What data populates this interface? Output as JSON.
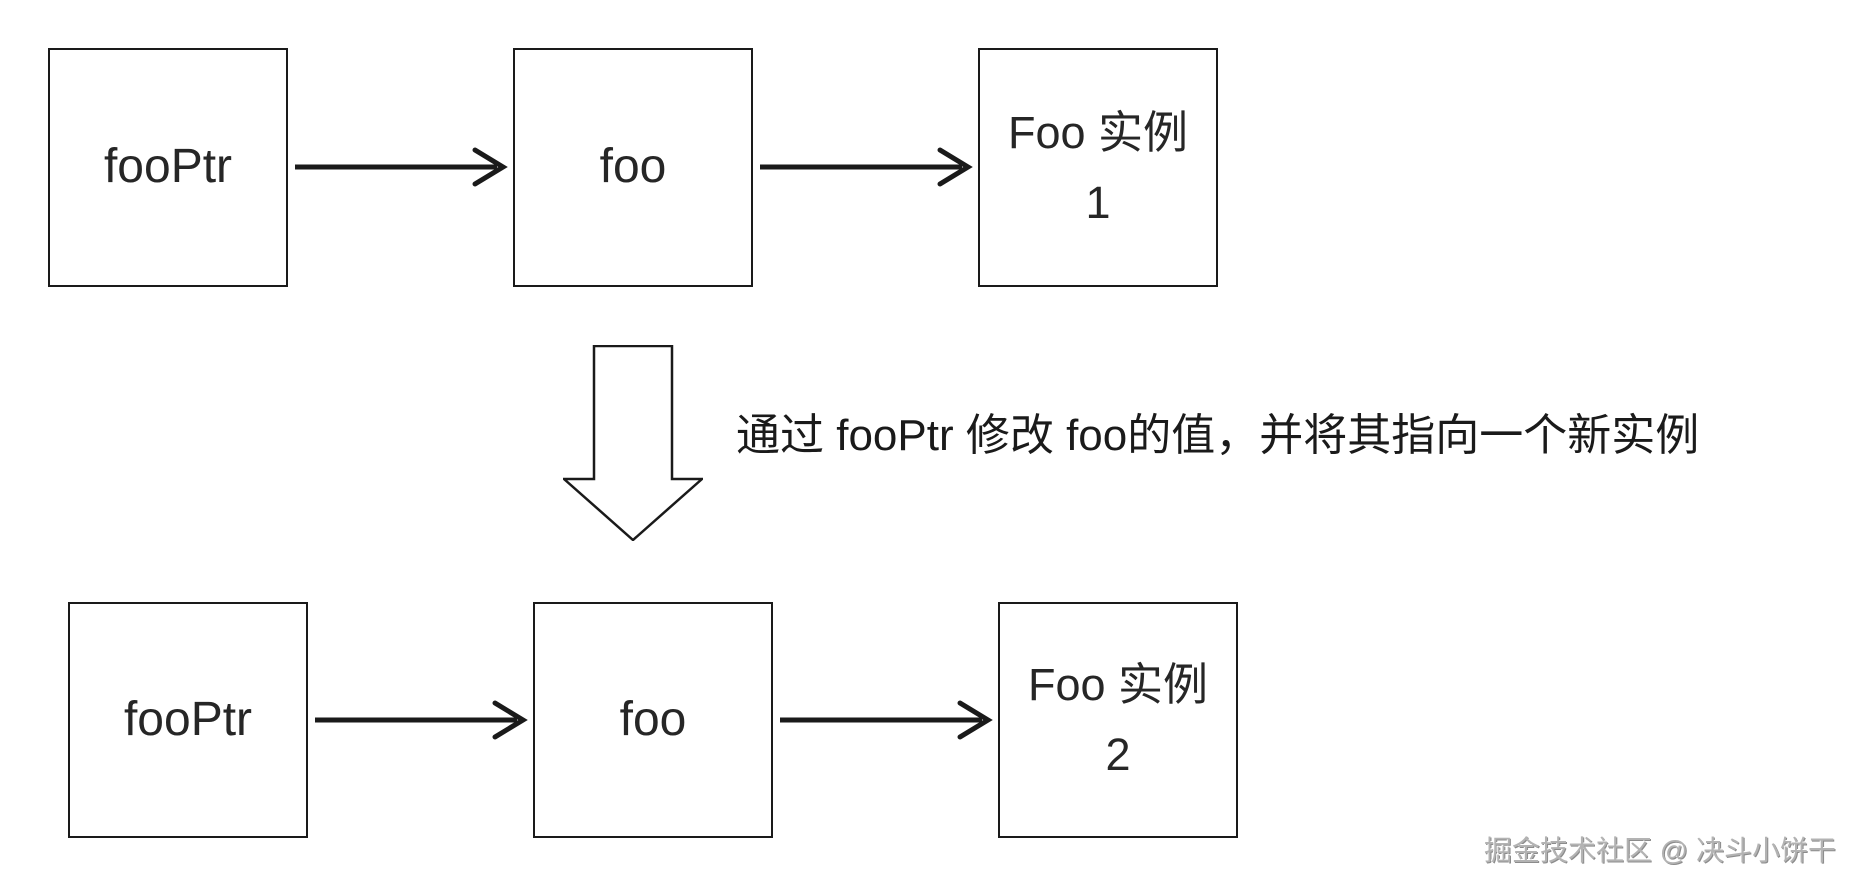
{
  "diagram": {
    "rows": [
      {
        "name": "before",
        "boxes": [
          {
            "label": "fooPtr"
          },
          {
            "label": "foo"
          },
          {
            "label": "Foo 实例",
            "sub": "1"
          }
        ]
      },
      {
        "name": "after",
        "boxes": [
          {
            "label": "fooPtr"
          },
          {
            "label": "foo"
          },
          {
            "label": "Foo 实例",
            "sub": "2"
          }
        ]
      }
    ],
    "annotation": "通过 fooPtr 修改 foo的值，并将其指向一个新实例",
    "watermark": "掘金技术社区 @ 决斗小饼干",
    "colors": {
      "background": "#ffffff",
      "stroke": "#1a1a1a",
      "text": "#262626",
      "watermark_gray": "#b3b3b3"
    }
  }
}
